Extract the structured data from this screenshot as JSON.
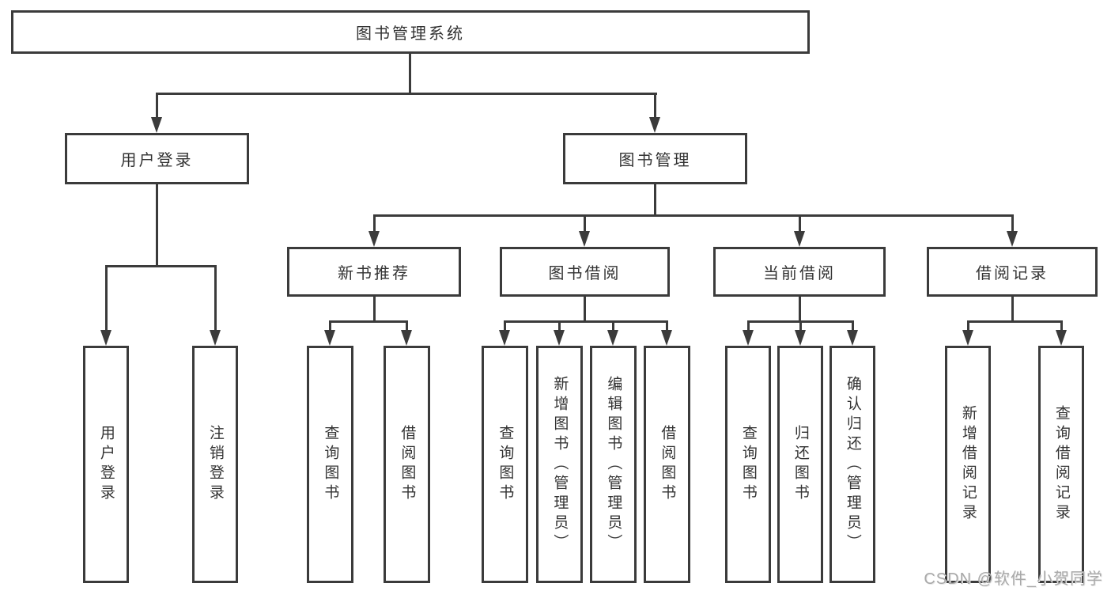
{
  "diagram": {
    "type": "hierarchy",
    "tree": {
      "label": "图书管理系统",
      "children": [
        {
          "label": "用户登录",
          "children": [
            {
              "label": "用户登录"
            },
            {
              "label": "注销登录"
            }
          ]
        },
        {
          "label": "图书管理",
          "children": [
            {
              "label": "新书推荐",
              "children": [
                {
                  "label": "查询图书"
                },
                {
                  "label": "借阅图书"
                }
              ]
            },
            {
              "label": "图书借阅",
              "children": [
                {
                  "label": "查询图书"
                },
                {
                  "label": "新增图书（管理员）"
                },
                {
                  "label": "编辑图书（管理员）"
                },
                {
                  "label": "借阅图书"
                }
              ]
            },
            {
              "label": "当前借阅",
              "children": [
                {
                  "label": "查询图书"
                },
                {
                  "label": "归还图书"
                },
                {
                  "label": "确认归还（管理员）"
                }
              ]
            },
            {
              "label": "借阅记录",
              "children": [
                {
                  "label": "新增借阅记录"
                },
                {
                  "label": "查询借阅记录"
                }
              ]
            }
          ]
        }
      ]
    },
    "colors": {
      "line": "#3b3b3b",
      "text": "#333333",
      "background": "#ffffff",
      "watermark": "#a9a9a9"
    }
  },
  "watermark": {
    "text": "CSDN @软件_小贺同学"
  }
}
